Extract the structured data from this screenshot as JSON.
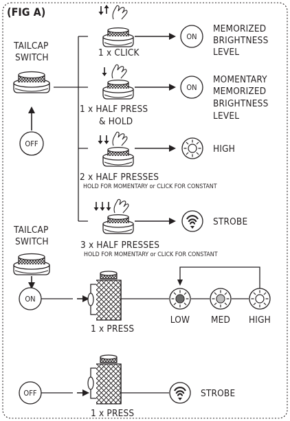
{
  "figure": {
    "title": "(FIG A)"
  },
  "tailcap": {
    "label_line1": "TAILCAP",
    "label_line2": "SWITCH",
    "off_label": "OFF",
    "on_label": "ON"
  },
  "modes": [
    {
      "action": "1 x CLICK",
      "action_line2": "",
      "note": "",
      "result_icon": "ON",
      "result_lines": [
        "MEMORIZED",
        "BRIGHTNESS",
        "LEVEL"
      ]
    },
    {
      "action": "1 x HALF PRESS",
      "action_line2": "& HOLD",
      "note": "",
      "result_icon": "ON",
      "result_lines": [
        "MOMENTARY",
        "MEMORIZED",
        "BRIGHTNESS",
        "LEVEL"
      ]
    },
    {
      "action": "2 x HALF PRESSES",
      "action_line2": "",
      "note": "HOLD FOR MOMENTARY or CLICK FOR CONSTANT",
      "result_icon": "sun-icon",
      "result_lines": [
        "HIGH"
      ]
    },
    {
      "action": "3 x HALF PRESSES",
      "action_line2": "",
      "note": "HOLD FOR MOMENTARY or CLICK FOR CONSTANT",
      "result_icon": "strobe-icon",
      "result_lines": [
        "STROBE"
      ]
    }
  ],
  "side_switch": {
    "press_label_1": "1 x PRESS",
    "press_label_2": "1 x PRESS",
    "levels": [
      "LOW",
      "MED",
      "HIGH"
    ],
    "strobe_label": "STROBE"
  }
}
